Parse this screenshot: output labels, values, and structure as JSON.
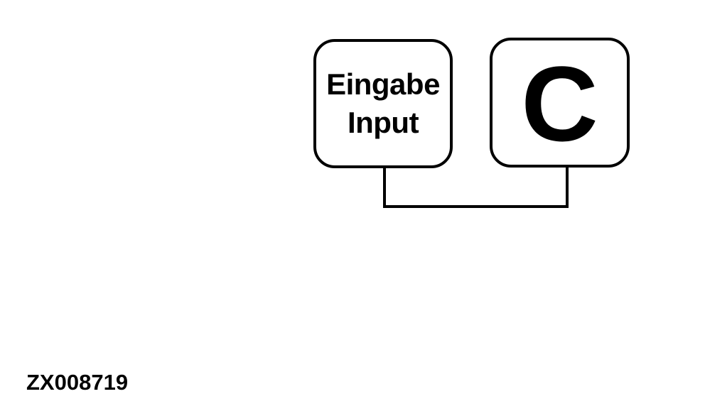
{
  "keys": {
    "input": {
      "line1": "Eingabe",
      "line2": "Input"
    },
    "clear": {
      "symbol": "C"
    }
  },
  "figure_code": "ZX008719",
  "colors": {
    "stroke": "#000000",
    "background": "#ffffff"
  }
}
